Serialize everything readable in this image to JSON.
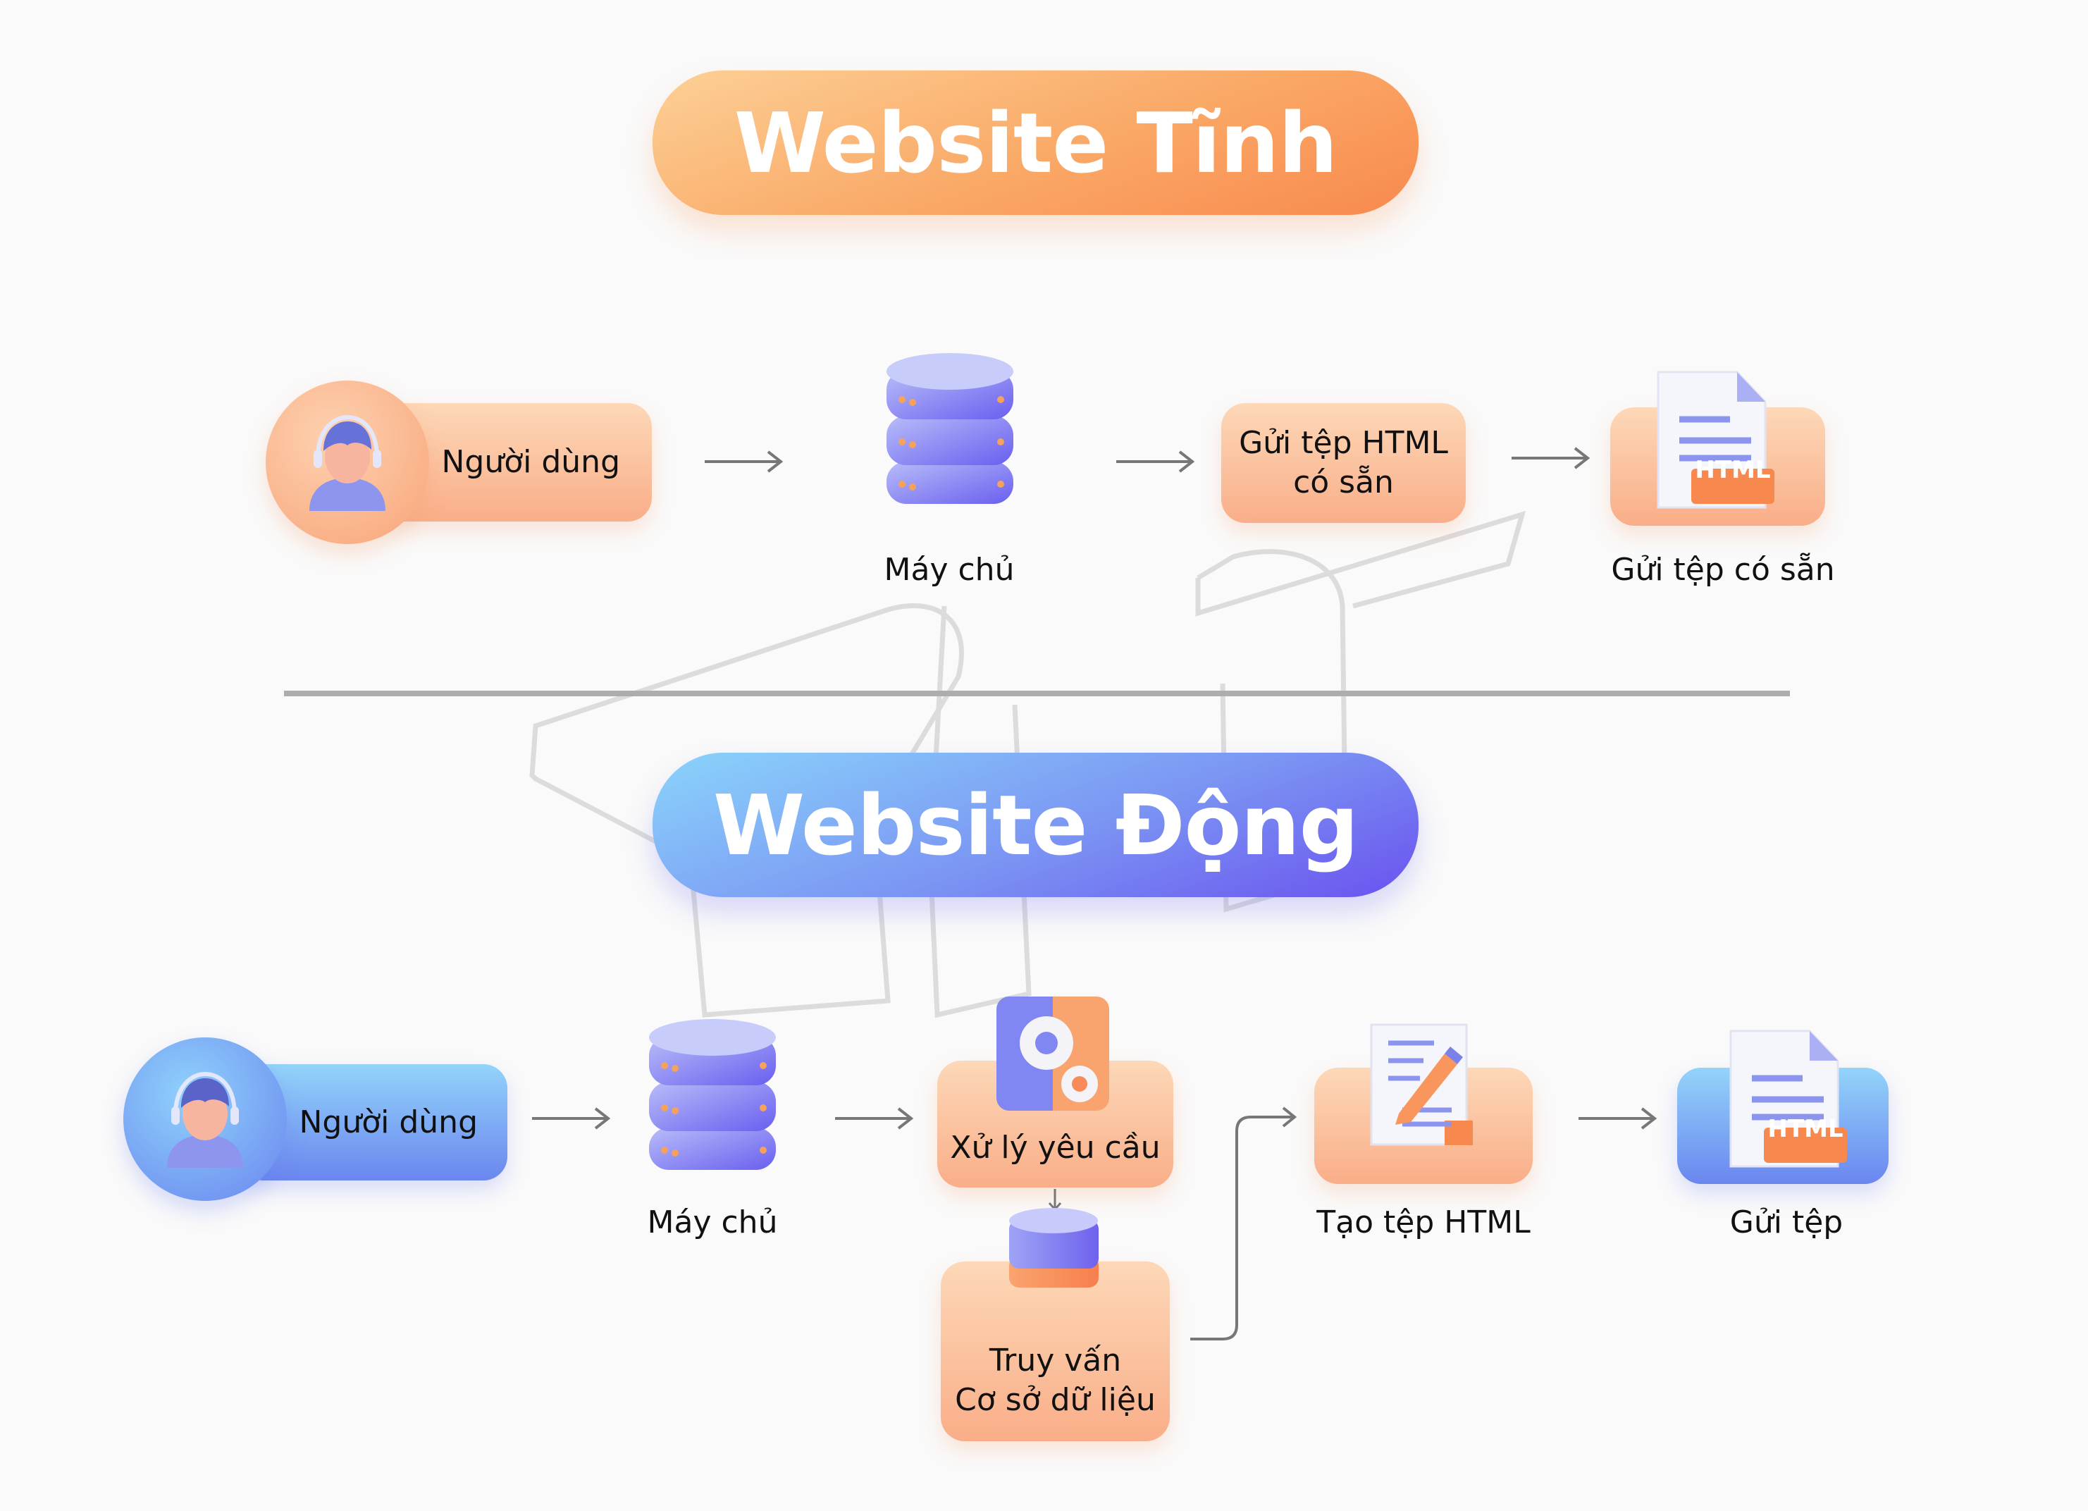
{
  "static_site": {
    "title": "Website Tĩnh",
    "color": "#f9a66a",
    "steps": [
      {
        "id": "user",
        "label": "Người dùng",
        "icon": "user-headset-icon"
      },
      {
        "id": "server",
        "label": "Máy chủ",
        "icon": "server-icon"
      },
      {
        "id": "send-html",
        "label_line1": "Gửi tệp HTML",
        "label_line2": "có sẵn"
      },
      {
        "id": "file",
        "label": "Gửi tệp có sẵn",
        "icon": "html-file-icon",
        "badge": "HTML"
      }
    ]
  },
  "dynamic_site": {
    "title": "Website Động",
    "color": "#7687f1",
    "steps": [
      {
        "id": "user",
        "label": "Người dùng",
        "icon": "user-headset-icon"
      },
      {
        "id": "server",
        "label": "Máy chủ",
        "icon": "server-icon"
      },
      {
        "id": "process",
        "label": "Xử lý yêu cầu",
        "icon": "gears-icon"
      },
      {
        "id": "query",
        "label_line1": "Truy vấn",
        "label_line2": "Cơ sở dữ liệu",
        "icon": "database-icon"
      },
      {
        "id": "create",
        "label": "Tạo tệp HTML",
        "icon": "edit-document-icon"
      },
      {
        "id": "send",
        "label": "Gửi tệp",
        "icon": "html-file-icon",
        "badge": "HTML"
      }
    ]
  }
}
